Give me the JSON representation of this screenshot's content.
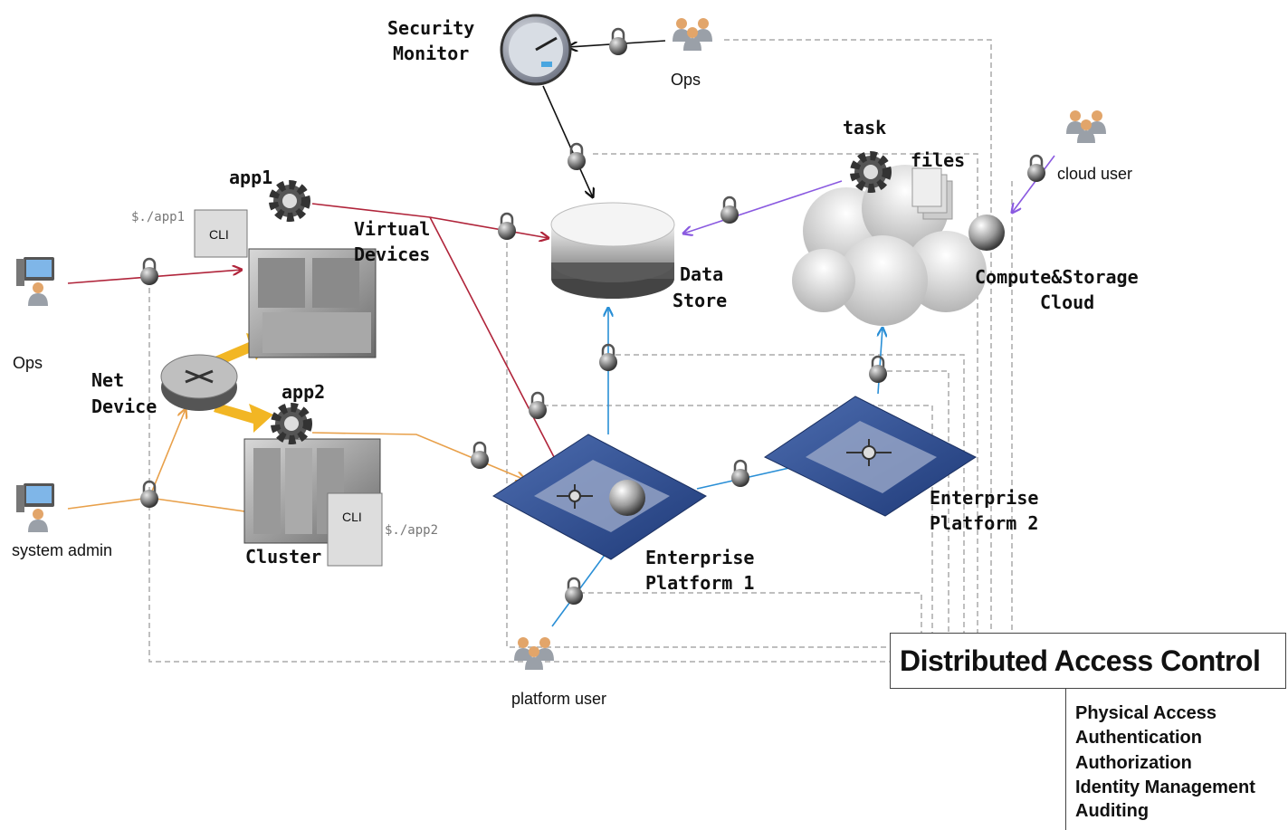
{
  "labels": {
    "security_monitor_line1": "Security",
    "security_monitor_line2": "Monitor",
    "ops_top": "Ops",
    "ops_left": "Ops",
    "task": "task",
    "files": "files",
    "cloud_user": "cloud user",
    "compute_line1": "Compute&Storage",
    "compute_line2": "Cloud",
    "app1": "app1",
    "app1_path": "$./app1",
    "app2": "app2",
    "app2_path": "$./app2",
    "virtual_line1": "Virtual",
    "virtual_line2": "Devices",
    "data_store_line1": "Data",
    "data_store_line2": "Store",
    "net_device_line1": "Net",
    "net_device_line2": "Device",
    "system_admin": "system admin",
    "cluster": "Cluster",
    "cli1": "CLI",
    "cli2": "CLI",
    "ep1_line1": "Enterprise",
    "ep1_line2": "Platform 1",
    "ep2_line1": "Enterprise",
    "ep2_line2": "Platform 2",
    "platform_user": "platform user"
  },
  "panel": {
    "title": "Distributed Access Control",
    "items": [
      "Physical Access",
      "Authentication",
      "Authorization",
      "Identity Management",
      "Auditing"
    ]
  },
  "colors": {
    "red_link": "#b0243a",
    "blue_link": "#2a8fd6",
    "orange_link": "#e8a04a",
    "purple_link": "#8a5ae0",
    "black_link": "#111111",
    "dashed": "#aaaaaa",
    "platform": "#2f4f92",
    "yellow_arrow": "#f2b624"
  },
  "icons": [
    "user-group-icon",
    "workstation-icon",
    "gauge-icon",
    "lock-icon",
    "gear-icon",
    "database-icon",
    "cloud-icon",
    "server-rack-icon",
    "router-icon",
    "cli-window-icon",
    "platform-tile-icon",
    "globe-icon",
    "document-stack-icon"
  ]
}
